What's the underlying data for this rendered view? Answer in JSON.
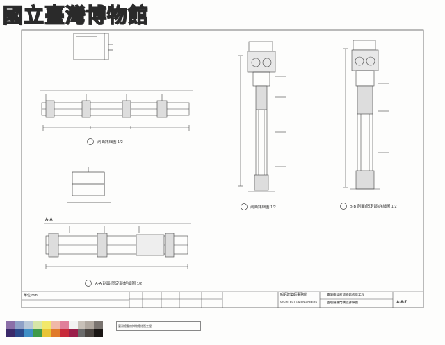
{
  "header": {
    "museum_title": "國立臺灣博物館"
  },
  "views": {
    "plan_a_label": "剖面詳細圖 1/2",
    "section_aa_tag": "A-A",
    "section_aa_label": "A-A 剖面(固定部)詳細圖 1/2",
    "vertical_1_label": "剖面詳細圖 1/2",
    "vertical_2_label": "B-B 剖面(固定部)詳細圖 1/2"
  },
  "title_block": {
    "scale_note": "單位 mm",
    "firm_name": "孫朋建築師事務所",
    "firm_name_en": "ARCHITECTS & ENGINEERS",
    "project_name": "臺灣總督府博物館修復工程",
    "drawing_title": "古蹟展櫃門構造詳細圖",
    "sheet_number": "A-8-7"
  },
  "archive": {
    "label": "臺灣總督府博物館修復工程"
  },
  "color_bar": {
    "top": [
      "#8b6fa8",
      "#8fa1c7",
      "#b8c8d8",
      "#d6e6a8",
      "#f2e86a",
      "#f0b8a8",
      "#e07f9a",
      "#f2f2f2",
      "#c7c0b8"
    ],
    "bottom": [
      "#3b2a6a",
      "#2b4a8c",
      "#3f8fc6",
      "#3f9a4a",
      "#e8c436",
      "#e07a2a",
      "#c82a3a",
      "#9a1f4a",
      "#6a6a6a"
    ],
    "grays": [
      "#b0a8a0",
      "#7a7470",
      "#4a4440",
      "#1a1614"
    ]
  }
}
